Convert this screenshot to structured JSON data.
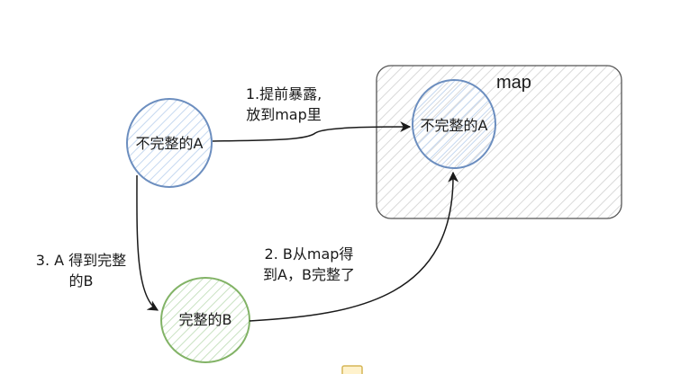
{
  "map_box": {
    "title": "map"
  },
  "nodes": {
    "a_incomplete": {
      "label": "不完整的A"
    },
    "a_in_map": {
      "label": "不完整的A"
    },
    "b_complete": {
      "label": "完整的B"
    }
  },
  "edges": {
    "expose": {
      "label_line1": "1.提前暴露,",
      "label_line2": "放到map里"
    },
    "b_gets_a": {
      "label_line1": "2. B从map得",
      "label_line2": "到A，B完整了"
    },
    "a_gets_b": {
      "label_line1": "3. A 得到完整",
      "label_line2": "的B"
    }
  },
  "colors": {
    "blue_stroke": "#6c8ebf",
    "blue_fill": "#dae8fc",
    "green_stroke": "#82b366",
    "green_fill": "#d5e8d4",
    "box_stroke": "#555555",
    "box_fill": "#f2f2f2",
    "arrow": "#1a1a1a",
    "marker_stroke": "#d6b656",
    "marker_fill": "#fff2cc"
  }
}
